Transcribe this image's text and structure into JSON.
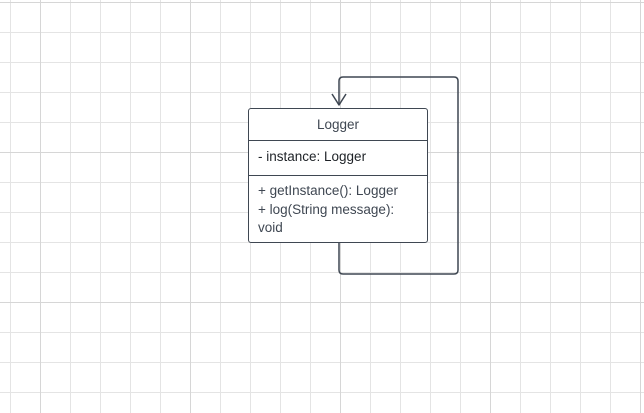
{
  "diagram": {
    "classes": [
      {
        "name": "Logger",
        "attributes": [
          "- instance: Logger"
        ],
        "methods": [
          "+ getInstance(): Logger",
          "+ log(String message):",
          "void"
        ]
      }
    ],
    "relations": [
      {
        "type": "association",
        "from": "Logger",
        "to": "Logger",
        "arrow": "open"
      }
    ]
  },
  "colors": {
    "stroke": "#3f4752",
    "grid": "#e4e4e4",
    "background": "#ffffff"
  }
}
